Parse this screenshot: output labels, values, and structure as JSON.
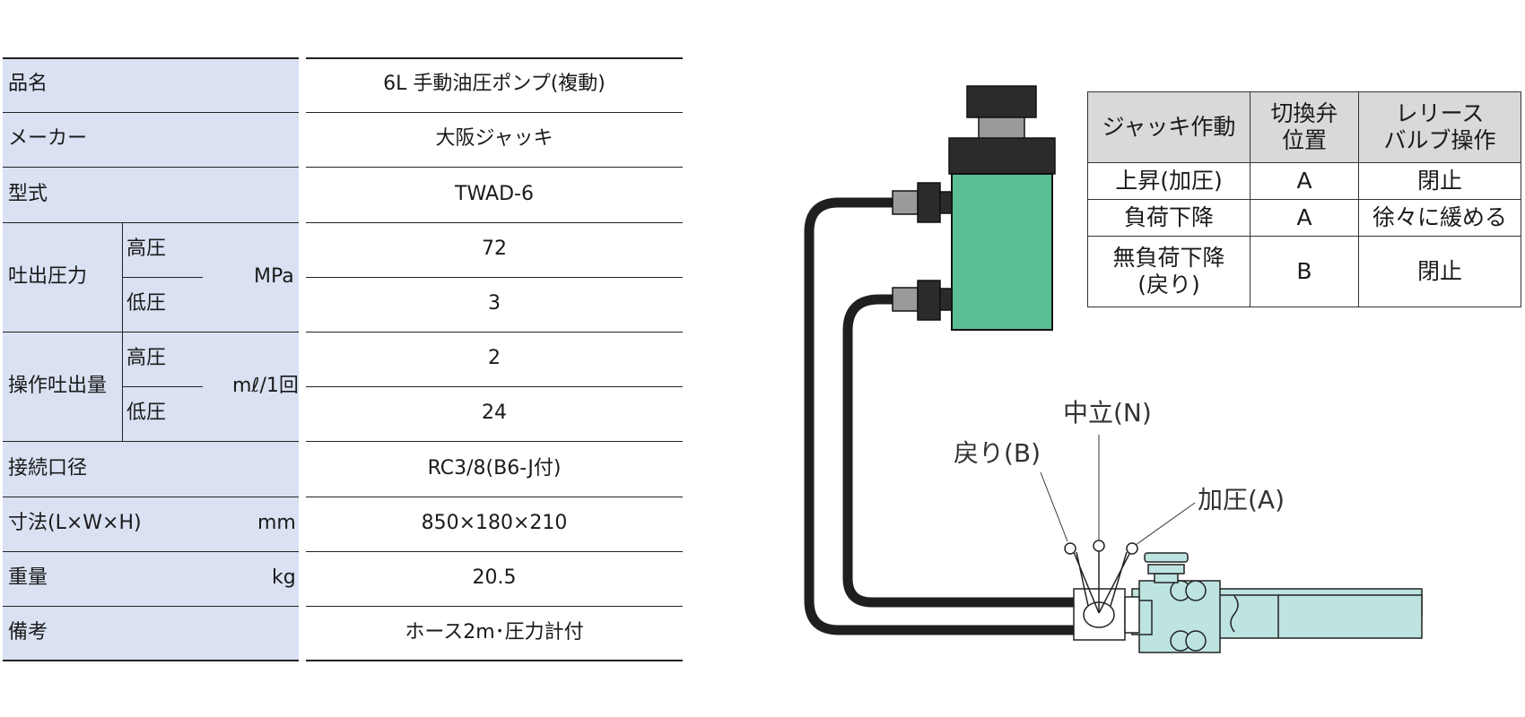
{
  "spec_table": {
    "rows": {
      "product_name": {
        "label": "品名",
        "value": "6L 手動油圧ポンプ(複動)"
      },
      "maker": {
        "label": "メーカー",
        "value": "大阪ジャッキ"
      },
      "model": {
        "label": "型式",
        "value": "TWAD-6"
      },
      "discharge_pressure": {
        "label": "吐出圧力",
        "unit": "MPa",
        "high": {
          "label": "高圧",
          "value": "72"
        },
        "low": {
          "label": "低圧",
          "value": "3"
        }
      },
      "discharge_volume": {
        "label": "操作吐出量",
        "unit": "mℓ/1回",
        "high": {
          "label": "高圧",
          "value": "2"
        },
        "low": {
          "label": "低圧",
          "value": "24"
        }
      },
      "port_size": {
        "label": "接続口径",
        "value": "RC3/8(B6-J付)"
      },
      "dimensions": {
        "label": "寸法(L×W×H)",
        "unit": "mm",
        "value": "850×180×210"
      },
      "weight": {
        "label": "重量",
        "unit": "kg",
        "value": "20.5"
      },
      "remarks": {
        "label": "備考",
        "value": "ホース2m･圧力計付"
      }
    }
  },
  "valve_table": {
    "headers": [
      "ジャッキ作動",
      "切換弁\n位置",
      "レリース\nバルブ操作"
    ],
    "rows": [
      {
        "action": "上昇(加圧)",
        "position": "A",
        "release": "閉止"
      },
      {
        "action": "負荷下降",
        "position": "A",
        "release": "徐々に緩める"
      },
      {
        "action": "無負荷下降\n(戻り)",
        "position": "B",
        "release": "閉止"
      }
    ]
  },
  "diagram": {
    "labels": {
      "return": "戻り(B)",
      "neutral": "中立(N)",
      "pressure": "加圧(A)"
    },
    "colors": {
      "cylinder": "#5bbf94",
      "pump_body": "#bde4e0",
      "cylinder_cap": "#2b2b2b",
      "hose": "#1f1f1f",
      "spec_label_bg": "#d9e1f2",
      "valve_header_bg": "#d9d9d9"
    }
  }
}
